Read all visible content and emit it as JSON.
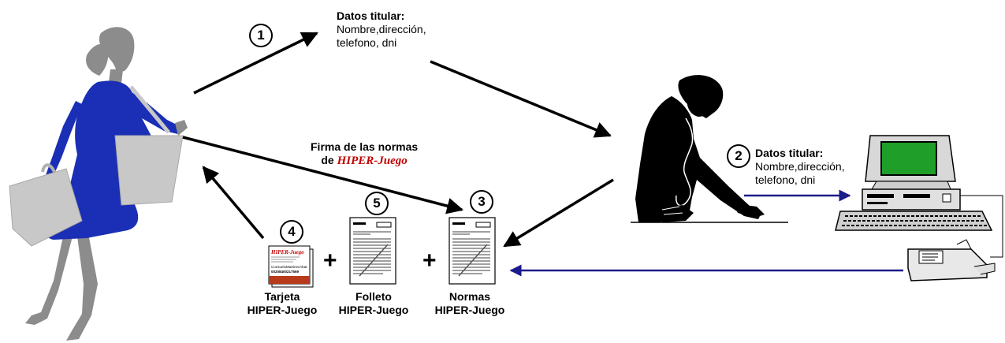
{
  "steps": {
    "s1": "1",
    "s2": "2",
    "s3": "3",
    "s4": "4",
    "s5": "5"
  },
  "data_top": {
    "title": "Datos titular:",
    "line1": "Nombre,dirección,",
    "line2": "telefono, dni"
  },
  "data_right": {
    "title": "Datos titular:",
    "line1": "Nombre,dirección,",
    "line2": "telefono, dni"
  },
  "signature": {
    "line1": "Firma de las normas",
    "line2_prefix": "de ",
    "brand": "HIPER-Juego"
  },
  "documents": {
    "card": {
      "line1": "Tarjeta",
      "line2": "HIPER-Juego"
    },
    "brochure": {
      "line1": "Folleto",
      "line2": "HIPER-Juego"
    },
    "rules": {
      "line1": "Normas",
      "line2": "HIPER-Juego"
    }
  },
  "card_graphic": {
    "brand": "HIPER-Juego",
    "holder": "ConsueloMartinezAbat",
    "number": "00208400217569"
  },
  "plus_sign": "+",
  "colors": {
    "dress": "#1a2fb5",
    "figure_gray": "#8c8c8c",
    "bag_gray": "#c8c8c8",
    "flow_arrow": "#000000",
    "system_arrow": "#1b1b8a",
    "screen_green": "#1f9e2a",
    "brand_red": "#c00000"
  }
}
